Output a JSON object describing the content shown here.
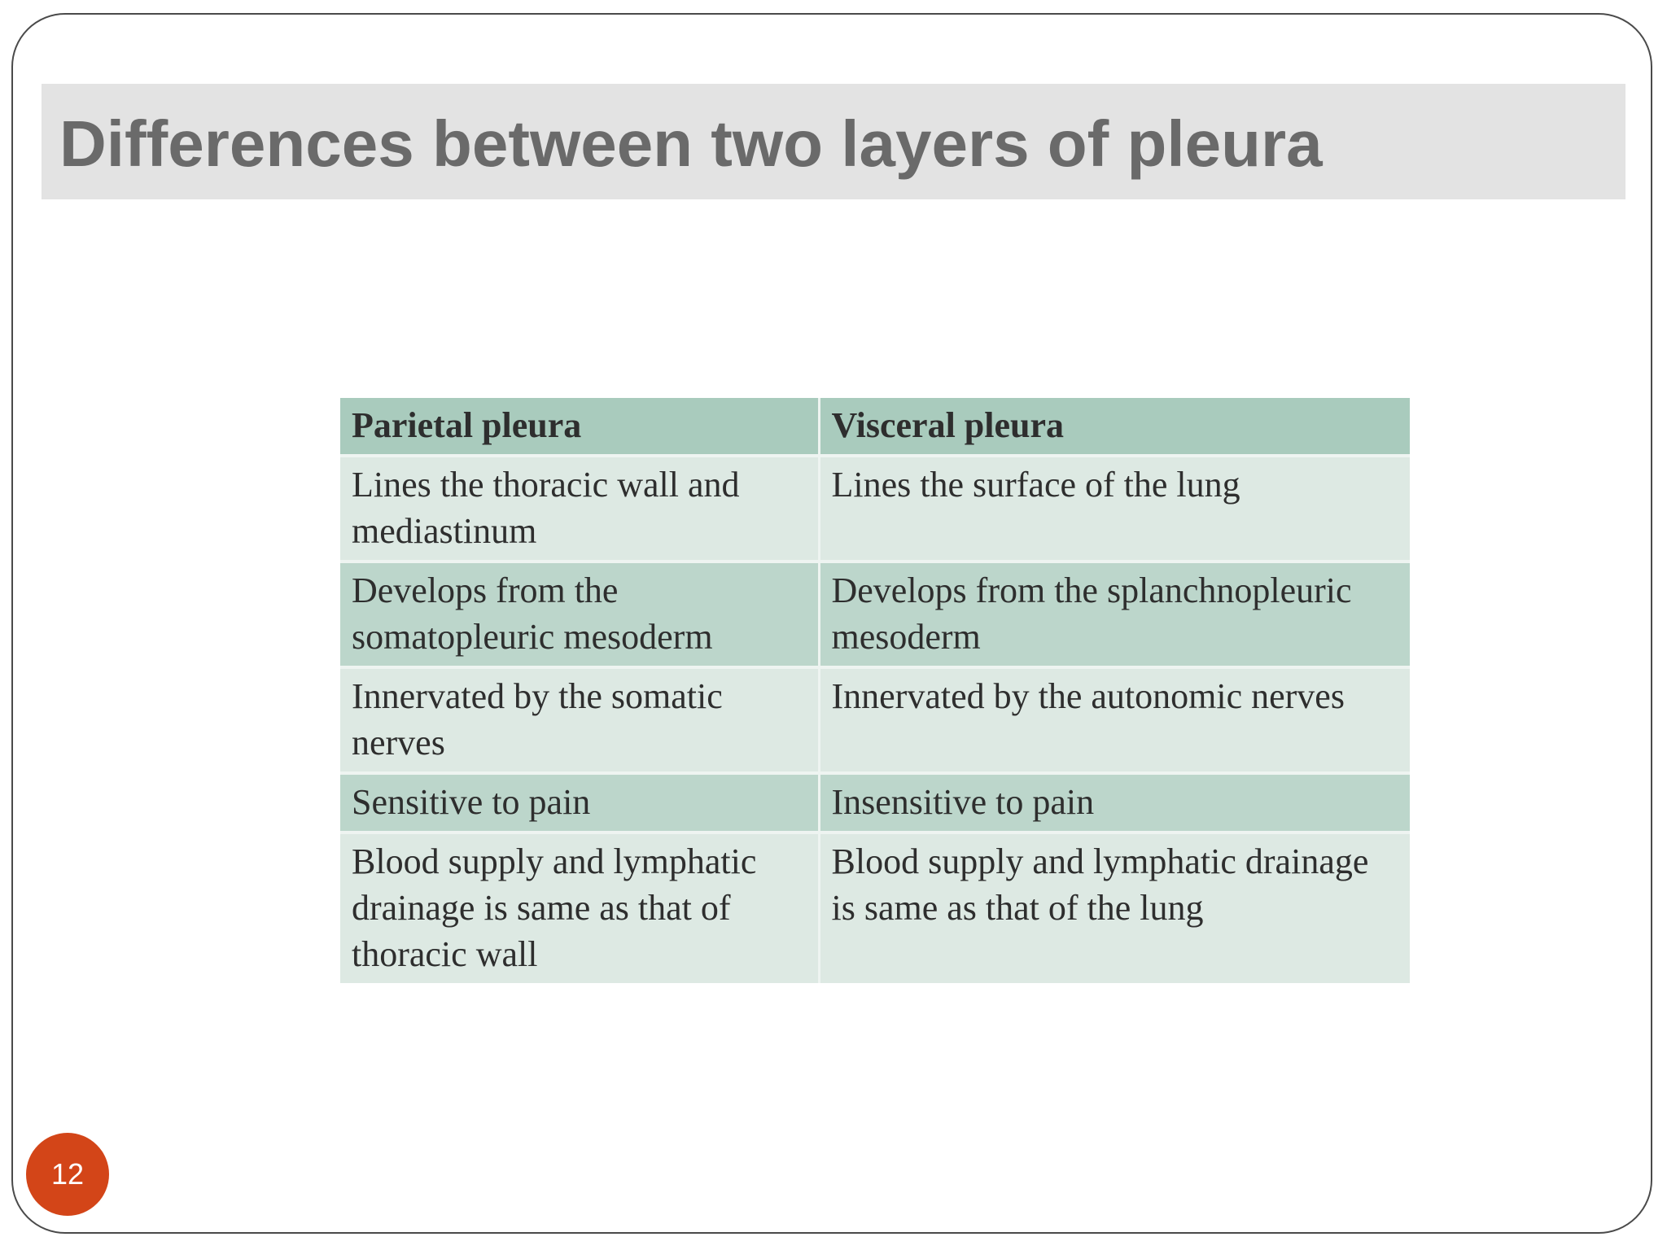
{
  "slide": {
    "title": "Differences between two layers of pleura",
    "page_number": "12"
  },
  "table": {
    "headers": [
      "Parietal pleura",
      "Visceral pleura"
    ],
    "rows": [
      [
        "Lines the thoracic wall and mediastinum",
        "Lines the surface of the lung"
      ],
      [
        "Develops from the somatopleuric mesoderm",
        "Develops from the splanchnopleuric mesoderm"
      ],
      [
        "Innervated by the somatic nerves",
        "Innervated by the autonomic nerves"
      ],
      [
        "Sensitive to pain",
        "Insensitive to pain"
      ],
      [
        "Blood supply and lymphatic drainage is same as that of thoracic wall",
        "Blood supply and lymphatic drainage is same as that of the lung"
      ]
    ]
  },
  "colors": {
    "header_bg": "#a9cbbd",
    "row_dark_bg": "#bcd6cb",
    "row_light_bg": "#dde9e3",
    "title_bar_bg": "#e3e3e3",
    "title_text": "#6a6a6a",
    "badge_bg": "#d34518"
  }
}
